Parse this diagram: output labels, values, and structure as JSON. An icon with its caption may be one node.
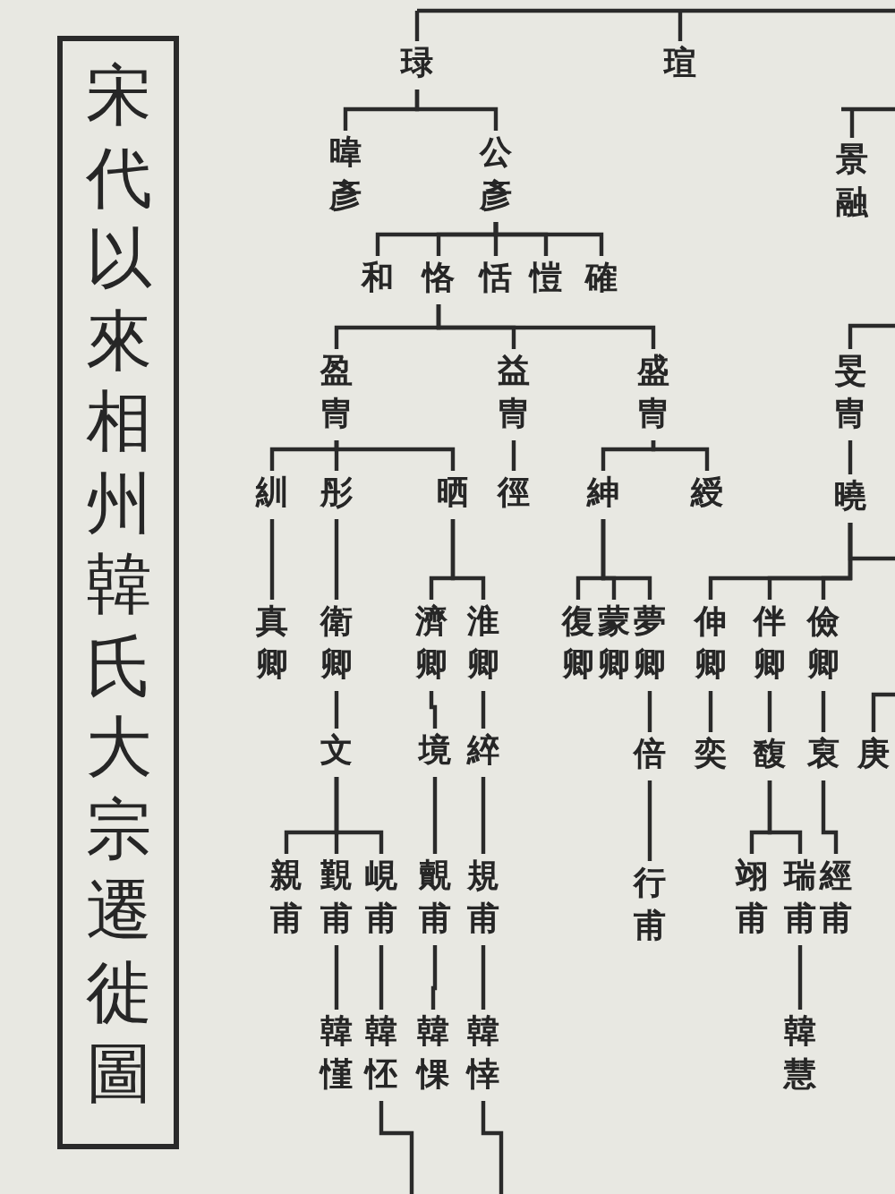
{
  "diagram": {
    "title": "宋代以來相州韓氏大宗遷徙圖",
    "nodes": [
      {
        "text": [
          "琭"
        ]
      },
      {
        "text": [
          "瑄"
        ]
      },
      {
        "text": [
          "暐彥"
        ]
      },
      {
        "text": [
          "公彥"
        ]
      },
      {
        "text": [
          "和"
        ]
      },
      {
        "text": [
          "恪"
        ]
      },
      {
        "text": [
          "恬"
        ]
      },
      {
        "text": [
          "愷"
        ]
      },
      {
        "text": [
          "確"
        ]
      },
      {
        "text": [
          "盈冑"
        ]
      },
      {
        "text": [
          "益冑"
        ]
      },
      {
        "text": [
          "盛冑"
        ]
      },
      {
        "text": [
          "紃"
        ]
      },
      {
        "text": [
          "彤"
        ]
      },
      {
        "text": [
          "晒"
        ]
      },
      {
        "text": [
          "徑"
        ]
      },
      {
        "text": [
          "紳"
        ]
      },
      {
        "text": [
          "綬"
        ]
      },
      {
        "text": [
          "景融"
        ]
      },
      {
        "text": [
          "旻冑"
        ]
      },
      {
        "text": [
          "曉"
        ]
      },
      {
        "text": [
          "真卿"
        ]
      },
      {
        "text": [
          "衛卿"
        ]
      },
      {
        "text": [
          "濟卿"
        ]
      },
      {
        "text": [
          "淮卿"
        ]
      },
      {
        "text": [
          "復卿"
        ]
      },
      {
        "text": [
          "蒙卿"
        ]
      },
      {
        "text": [
          "夢卿"
        ]
      },
      {
        "text": [
          "伸卿"
        ]
      },
      {
        "text": [
          "伴卿"
        ]
      },
      {
        "text": [
          "儉卿"
        ]
      },
      {
        "text": [
          "文"
        ]
      },
      {
        "text": [
          "境"
        ]
      },
      {
        "text": [
          "綷"
        ]
      },
      {
        "text": [
          "倍"
        ]
      },
      {
        "text": [
          "奕"
        ]
      },
      {
        "text": [
          "馥"
        ]
      },
      {
        "text": [
          "裒"
        ]
      },
      {
        "text": [
          "庚"
        ]
      },
      {
        "text": [
          "親甫"
        ]
      },
      {
        "text": [
          "覲甫"
        ]
      },
      {
        "text": [
          "峴甫"
        ]
      },
      {
        "text": [
          "覿甫"
        ]
      },
      {
        "text": [
          "規甫"
        ]
      },
      {
        "text": [
          "行甫"
        ]
      },
      {
        "text": [
          "翊甫"
        ]
      },
      {
        "text": [
          "瑞甫"
        ]
      },
      {
        "text": [
          "經甫"
        ]
      },
      {
        "text": [
          "韓慬"
        ]
      },
      {
        "text": [
          "韓怌"
        ]
      },
      {
        "text": [
          "韓惈"
        ]
      },
      {
        "text": [
          "韓悻"
        ]
      },
      {
        "text": [
          "韓慧"
        ]
      }
    ],
    "edges": [
      {
        "from": null,
        "to": 0,
        "arrow": "none"
      },
      {
        "from": null,
        "to": 1,
        "arrow": "none"
      },
      {
        "from": 0,
        "to": 2,
        "arrow": "none"
      },
      {
        "from": 0,
        "to": 3,
        "arrow": "none"
      },
      {
        "from": 3,
        "to": 4,
        "arrow": "none"
      },
      {
        "from": 3,
        "to": 5,
        "arrow": "none"
      },
      {
        "from": 3,
        "to": 6,
        "arrow": "none"
      },
      {
        "from": 3,
        "to": 7,
        "arrow": "none"
      },
      {
        "from": 3,
        "to": 8,
        "arrow": "none"
      },
      {
        "from": 5,
        "to": 9,
        "arrow": "none"
      },
      {
        "from": 5,
        "to": 10,
        "arrow": "none"
      },
      {
        "from": 5,
        "to": 11,
        "arrow": "none"
      },
      {
        "from": 9,
        "to": 12,
        "arrow": "none"
      },
      {
        "from": 9,
        "to": 13,
        "arrow": "none"
      },
      {
        "from": 9,
        "to": 14,
        "arrow": "none"
      },
      {
        "from": 10,
        "to": 15,
        "arrow": "none"
      },
      {
        "from": 11,
        "to": 16,
        "arrow": "none"
      },
      {
        "from": 11,
        "to": 17,
        "arrow": "none"
      },
      {
        "from": null,
        "to": 18,
        "arrow": "none"
      },
      {
        "from": null,
        "to": 19,
        "arrow": "none"
      },
      {
        "from": 19,
        "to": 20,
        "arrow": "none"
      },
      {
        "from": 12,
        "to": 21,
        "arrow": "none"
      },
      {
        "from": 13,
        "to": 22,
        "arrow": "none"
      },
      {
        "from": 14,
        "to": 23,
        "arrow": "none"
      },
      {
        "from": 14,
        "to": 24,
        "arrow": "none"
      },
      {
        "from": 16,
        "to": 25,
        "arrow": "none"
      },
      {
        "from": 16,
        "to": 26,
        "arrow": "none"
      },
      {
        "from": 16,
        "to": 27,
        "arrow": "none"
      },
      {
        "from": 20,
        "to": 28,
        "arrow": "none"
      },
      {
        "from": 20,
        "to": 29,
        "arrow": "none"
      },
      {
        "from": 20,
        "to": 30,
        "arrow": "none"
      },
      {
        "from": 20,
        "to": null,
        "arrow": "none"
      },
      {
        "from": 22,
        "to": 31,
        "arrow": "none"
      },
      {
        "from": 23,
        "to": 32,
        "arrow": "none"
      },
      {
        "from": 24,
        "to": 33,
        "arrow": "none"
      },
      {
        "from": 27,
        "to": 34,
        "arrow": "none"
      },
      {
        "from": 28,
        "to": 35,
        "arrow": "none"
      },
      {
        "from": 29,
        "to": 36,
        "arrow": "none"
      },
      {
        "from": 30,
        "to": 37,
        "arrow": "none"
      },
      {
        "from": null,
        "to": 38,
        "arrow": "none"
      },
      {
        "from": 31,
        "to": 39,
        "arrow": "none"
      },
      {
        "from": 31,
        "to": 40,
        "arrow": "none"
      },
      {
        "from": 31,
        "to": 41,
        "arrow": "none"
      },
      {
        "from": 32,
        "to": 42,
        "arrow": "none"
      },
      {
        "from": 33,
        "to": 43,
        "arrow": "none"
      },
      {
        "from": 34,
        "to": 44,
        "arrow": "none"
      },
      {
        "from": 36,
        "to": 45,
        "arrow": "none"
      },
      {
        "from": 36,
        "to": 46,
        "arrow": "none"
      },
      {
        "from": 37,
        "to": 47,
        "arrow": "none"
      },
      {
        "from": 40,
        "to": 48,
        "arrow": "none"
      },
      {
        "from": 41,
        "to": 49,
        "arrow": "none"
      },
      {
        "from": 42,
        "to": 50,
        "arrow": "none"
      },
      {
        "from": 43,
        "to": 51,
        "arrow": "none"
      },
      {
        "from": 46,
        "to": 52,
        "arrow": "none"
      },
      {
        "from": 49,
        "to": null,
        "arrow": "none"
      },
      {
        "from": 51,
        "to": null,
        "arrow": "none"
      }
    ]
  }
}
